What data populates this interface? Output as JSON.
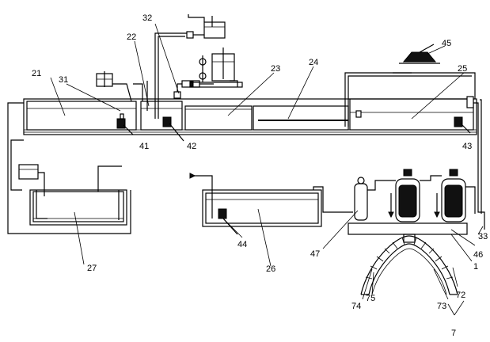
{
  "labels": {
    "l21": "21",
    "l22": "22",
    "l23": "23",
    "l24": "24",
    "l25": "25",
    "l26": "26",
    "l27": "27",
    "l31": "31",
    "l32": "32",
    "l33": "33",
    "l41": "41",
    "l42": "42",
    "l43": "43",
    "l44": "44",
    "l45": "45",
    "l46": "46",
    "l47": "47",
    "l1": "1",
    "l7": "7",
    "l72": "72",
    "l73": "73",
    "l74": "74",
    "l75": "75"
  }
}
